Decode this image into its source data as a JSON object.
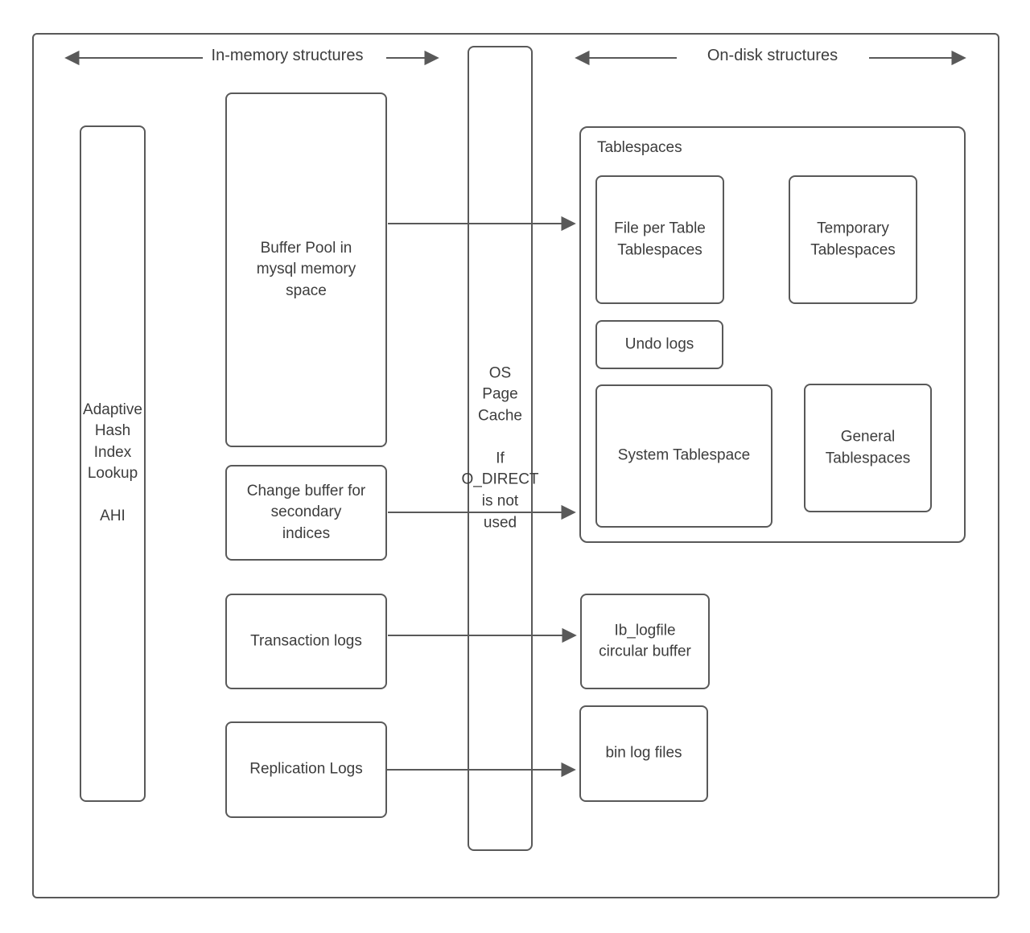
{
  "colors": {
    "stroke": "#595959",
    "text": "#3d3d3d",
    "background": "#ffffff"
  },
  "headers": {
    "in_memory": "In-memory structures",
    "on_disk": "On-disk structures"
  },
  "nodes": {
    "ahi": "Adaptive\nHash\nIndex\nLookup\n\nAHI",
    "buffer_pool": "Buffer Pool in\nmysql memory\nspace",
    "change_buffer": "Change buffer for\nsecondary\nindices",
    "transaction_logs": "Transaction logs",
    "replication_logs": "Replication Logs",
    "os_page_cache": "OS\nPage\nCache\n\nIf\nO_DIRECT\nis not\nused",
    "tablespaces_label": "Tablespaces",
    "file_per_table": "File per Table\nTablespaces",
    "temporary_tablespaces": "Temporary\nTablespaces",
    "undo_logs": "Undo logs",
    "system_tablespace": "System Tablespace",
    "general_tablespaces": "General\nTablespaces",
    "ib_logfile": "Ib_logfile\ncircular buffer",
    "bin_log_files": "bin log files"
  }
}
